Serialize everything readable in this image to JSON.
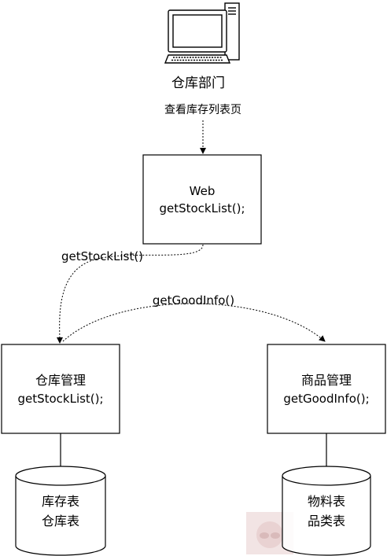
{
  "actor": {
    "label": "仓库部门",
    "icon": "desktop-computer-icon"
  },
  "request_label": "查看库存列表页",
  "web_box": {
    "line1": "Web",
    "line2": "getStockList();"
  },
  "edge_web_to_warehouse": {
    "label": "getStockList()"
  },
  "edge_warehouse_to_goods": {
    "label": "getGoodInfo()"
  },
  "warehouse_box": {
    "line1": "仓库管理",
    "line2": "getStockList();"
  },
  "goods_box": {
    "line1": "商品管理",
    "line2": "getGoodInfo();"
  },
  "warehouse_db": {
    "line1": "库存表",
    "line2": "仓库表"
  },
  "goods_db": {
    "line1": "物料表",
    "line2": "品类表"
  },
  "colors": {
    "stroke": "#000000",
    "fill": "#ffffff",
    "watermark_bg": "#f2e4e4"
  }
}
